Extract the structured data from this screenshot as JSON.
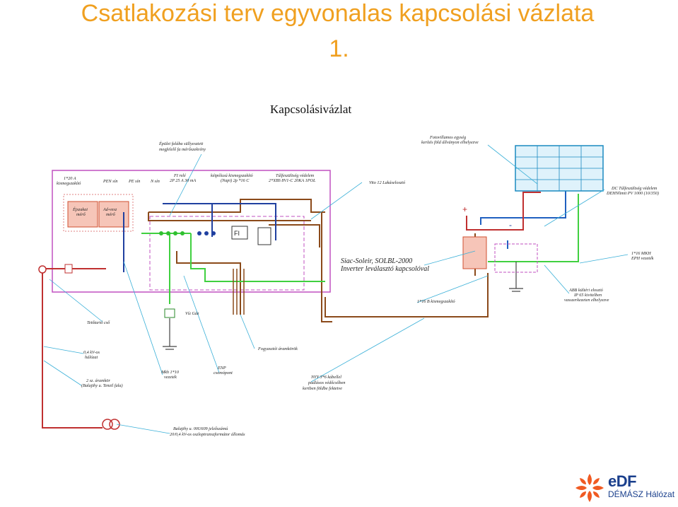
{
  "page": {
    "title_line1": "Csatlakozási terv egyvonalas kapcsolási vázlata",
    "title_line2": "1."
  },
  "diagram": {
    "heading": "Kapcsolásivázlat",
    "labels": {
      "building_note": "Épület falába süllyesztett\nmegfelelő fa mérőszekrény",
      "breaker_left": "1*20 A\nkismegszakító",
      "meter_night": "Éjszakai\nmérő",
      "meter_bidir": "Ad-vesz\nmérő",
      "pen_bus": "PEN sín",
      "pe_bus": "PE sín",
      "n_bus": "N sín",
      "fi_relay": "FI relé\n2P 25 A 30 mA",
      "breaker_mid": "kétpólusú kismegszakító\n(Napi) 2p *16 C",
      "surge_mid": "Túlfeszültség védelem\n2*XBS 8V1-C 20KA 1POL",
      "consumer_unit": "Vito 12 Lakáselosztó",
      "fi_symbol": "FI",
      "pv_array": "Fotovillamos egység\nkerítés föld állványon elhelyezve",
      "dc_surge": "DC Túlfeszültség védelem\nDEHNlimit PV 1000 (10/350)",
      "inverter": "Siac-Soleir, SOLBL-2000\nInverter leválasztó kapcsolóval",
      "eph": "1*16 MKH\nEPH vezeték",
      "breaker_right": "1*16 B kismegszakító",
      "abb_box": "ABB kültéri elosztó\nIP 65 kivitelben\nvasszerkezeten elhelyezve",
      "water_gas": "Víz  Gáz",
      "support_pipe": "Tetőtartó cső",
      "cable_04": "0,4 kV-os\nhálózat",
      "fuse_2": "2 sz. áramkör\n(Balajthy u. Tenzil fala)",
      "mkh_10": "Mkh 1*10\nvezeték",
      "enp": "ENP\ncsomópont",
      "consumer_circuits": "Fogyasztói áramkörök",
      "nyy_cable": "NYY 3*6 kábellel\npadlásos védőcsőben\nkertben földbe fektetve",
      "transformer": "Balajthy u. 00U609 jelzőszámú\n20/0,4 kV-os oszloptranszformátor állomás",
      "plus": "+",
      "minus": "-"
    }
  },
  "logo": {
    "brand": "eDF",
    "sub": "DÉMÁSZ Hálózat",
    "colors": {
      "orange": "#f05a22",
      "blue": "#1a3f8c"
    }
  }
}
